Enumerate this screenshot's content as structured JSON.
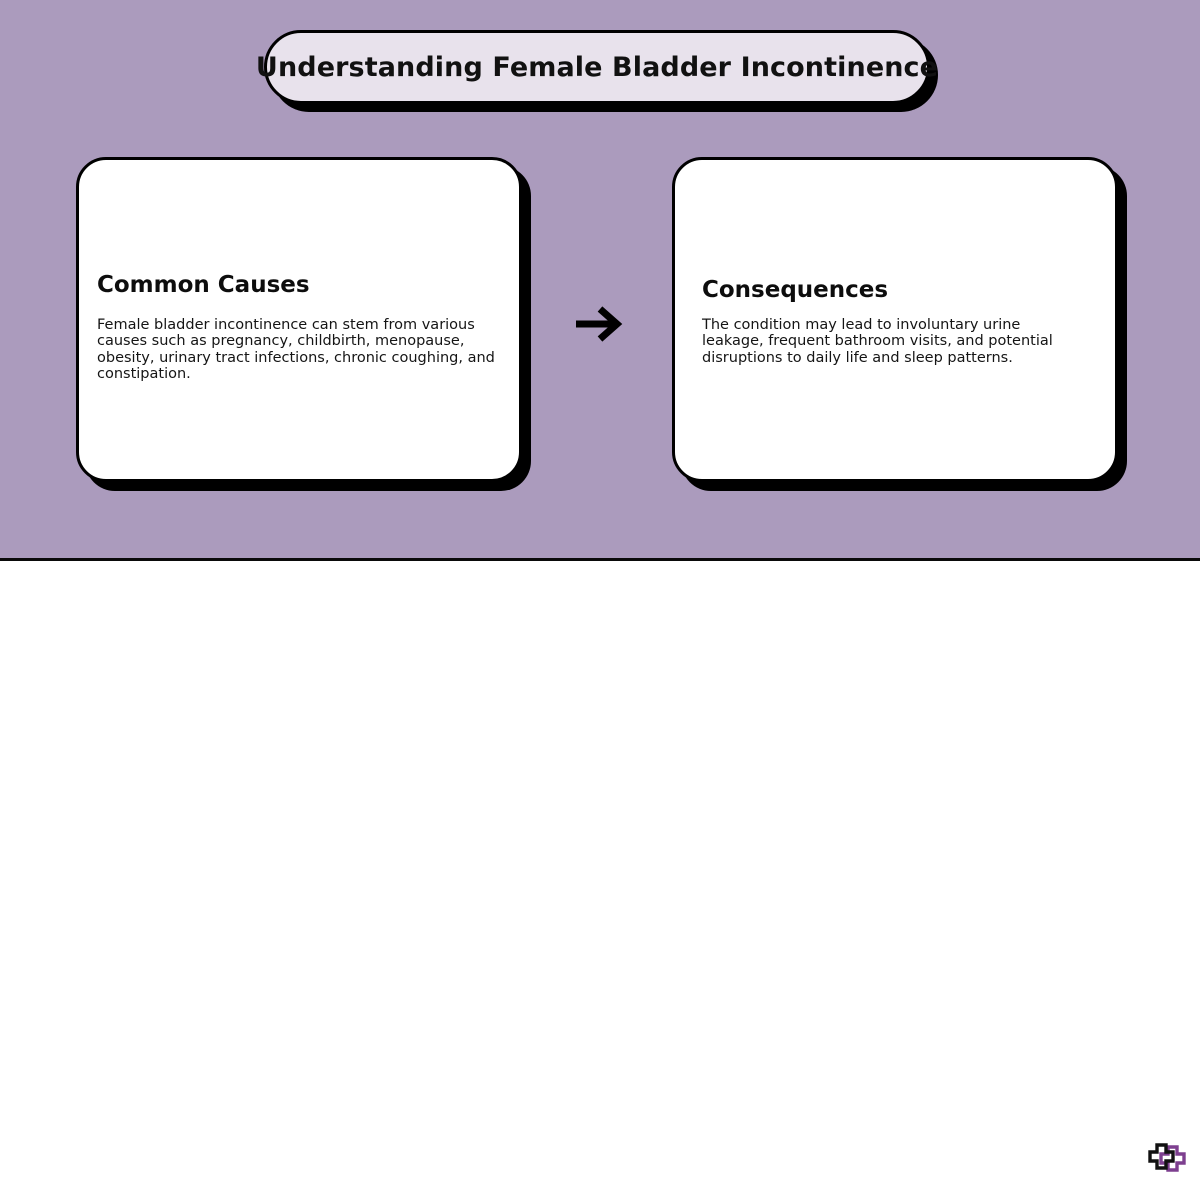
{
  "slide": {
    "background_color": "#ab9bbd",
    "footer_background_color": "#ffffff",
    "divider_color": "#000000"
  },
  "title": {
    "text": "Understanding Female Bladder Incontinence",
    "pill_fill": "#e8e2ec",
    "border_color": "#000000",
    "shadow_color": "#000000"
  },
  "cards": [
    {
      "heading": "Common Causes",
      "body": "Female bladder incontinence can stem from various causes such as pregnancy, childbirth, menopause, obesity, urinary tract infections, chronic coughing, and constipation.",
      "fill": "#ffffff",
      "border_color": "#000000"
    },
    {
      "heading": "Consequences",
      "body": "The condition may lead to involuntary urine leakage, frequent bathroom visits, and potential disruptions to daily life and sleep patterns.",
      "fill": "#ffffff",
      "border_color": "#000000"
    }
  ],
  "connector": {
    "icon": "arrow-right-icon",
    "color": "#000000"
  },
  "logo": {
    "icon": "double-cross-logo-icon",
    "primary_color": "#111111",
    "accent_color": "#7d3f8f"
  }
}
